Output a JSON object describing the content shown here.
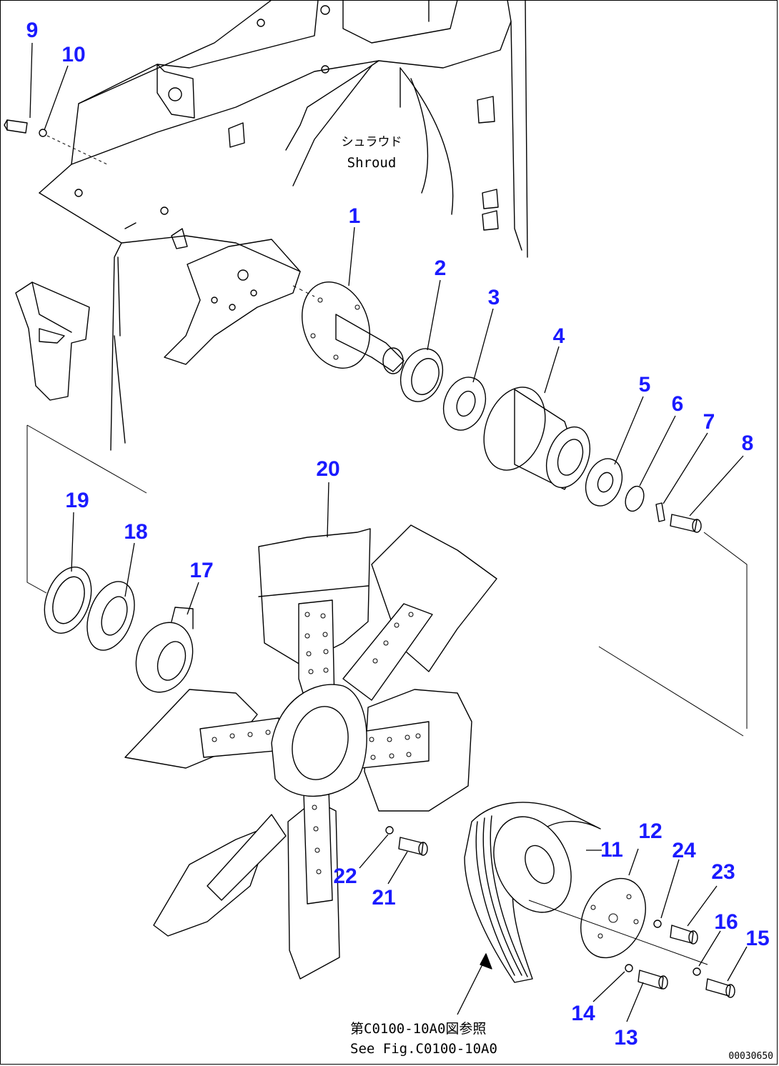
{
  "shroud_label": {
    "jp": "シュラウド",
    "en": "Shroud"
  },
  "callouts": [
    {
      "id": "1",
      "label": "1"
    },
    {
      "id": "2",
      "label": "2"
    },
    {
      "id": "3",
      "label": "3"
    },
    {
      "id": "4",
      "label": "4"
    },
    {
      "id": "5",
      "label": "5"
    },
    {
      "id": "6",
      "label": "6"
    },
    {
      "id": "7",
      "label": "7"
    },
    {
      "id": "8",
      "label": "8"
    },
    {
      "id": "9",
      "label": "9"
    },
    {
      "id": "10",
      "label": "10"
    },
    {
      "id": "11",
      "label": "11"
    },
    {
      "id": "12",
      "label": "12"
    },
    {
      "id": "13",
      "label": "13"
    },
    {
      "id": "14",
      "label": "14"
    },
    {
      "id": "15",
      "label": "15"
    },
    {
      "id": "16",
      "label": "16"
    },
    {
      "id": "17",
      "label": "17"
    },
    {
      "id": "18",
      "label": "18"
    },
    {
      "id": "19",
      "label": "19"
    },
    {
      "id": "20",
      "label": "20"
    },
    {
      "id": "21",
      "label": "21"
    },
    {
      "id": "22",
      "label": "22"
    },
    {
      "id": "23",
      "label": "23"
    },
    {
      "id": "24",
      "label": "24"
    }
  ],
  "reference_note": {
    "line1": "第C0100-10A0図参照",
    "line2": "See Fig.C0100-10A0"
  },
  "drawing_code": "00030650"
}
